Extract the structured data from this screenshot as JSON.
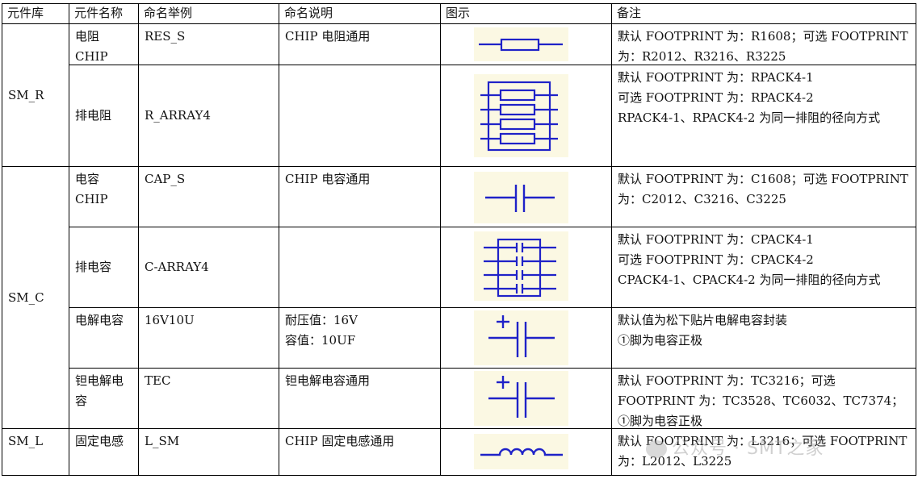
{
  "headers": [
    "元件库",
    "元件名称",
    "命名举例",
    "命名说明",
    "图示",
    "备注"
  ],
  "groups": [
    {
      "label": "SM_R"
    },
    {
      "label": "SM_C"
    },
    {
      "label": "SM_L"
    }
  ],
  "rows": [
    {
      "name": "电阻\nCHIP",
      "example": "RES_S",
      "desc": "CHIP 电阻通用",
      "symbol": "resistor",
      "note": "默认 FOOTPRINT 为：R1608；可选 FOOTPRINT 为：R2012、R3216、R3225"
    },
    {
      "name": "排电阻",
      "example": "R_ARRAY4",
      "desc": "",
      "symbol": "resistor-array",
      "note": "默认 FOOTPRINT 为：RPACK4-1\n可选 FOOTPRINT 为：RPACK4-2\nRPACK4-1、RPACK4-2 为同一排阻的径向方式"
    },
    {
      "name": "电容\nCHIP",
      "example": "CAP_S",
      "desc": "CHIP 电容通用",
      "symbol": "capacitor",
      "note": "默认 FOOTPRINT 为：C1608；可选 FOOTPRINT 为：C2012、C3216、C3225"
    },
    {
      "name": "排电容",
      "example": "C-ARRAY4",
      "desc": "",
      "symbol": "capacitor-array",
      "note": "默认 FOOTPRINT 为：CPACK4-1\n可选 FOOTPRINT 为：CPACK4-2\nCPACK4-1、CPACK4-2 为同一排阻的径向方式"
    },
    {
      "name": "电解电容",
      "example": "16V10U",
      "desc": "耐压值：16V\n容值：10UF",
      "symbol": "electrolytic-capacitor",
      "note": "默认值为松下贴片电解电容封装\n①脚为电容正极"
    },
    {
      "name": "钽电解电容",
      "example": "TEC",
      "desc": "钽电解电容通用",
      "symbol": "tantalum-capacitor",
      "note": "默认 FOOTPRINT 为：TC3216；可选 FOOTPRINT 为：TC3528、TC6032、TC7374；①脚为电容正极"
    },
    {
      "name": "固定电感",
      "example": "L_SM",
      "desc": "CHIP 固定电感通用",
      "symbol": "inductor",
      "note": "默认 FOOTPRINT 为：L3216；可选 FOOTPRINT 为：L2012、L3225"
    }
  ],
  "watermark": "公众号 · SMT之家",
  "colors": {
    "symbol": "#1f22c8",
    "symbol_bg": "#fbf8e3",
    "border": "#000000"
  }
}
